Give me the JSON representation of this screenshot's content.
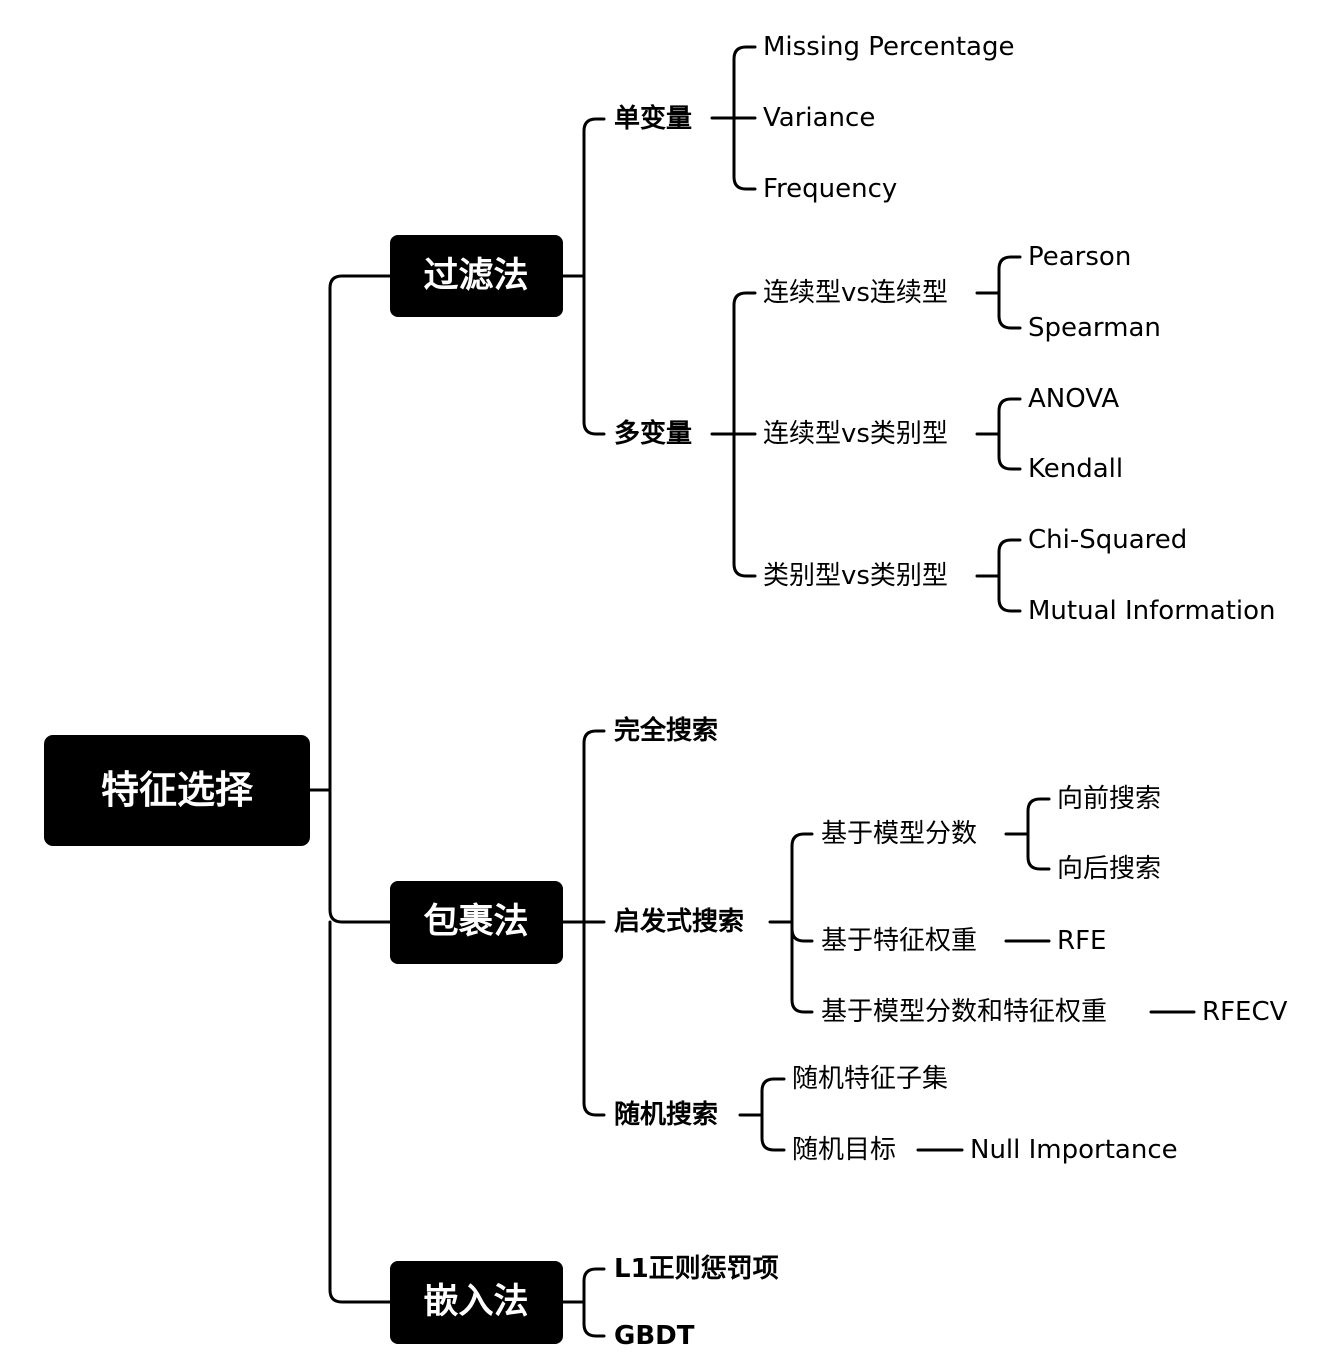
{
  "root": "特征选择",
  "filter": {
    "label": "过滤法",
    "univariate": {
      "label": "单变量",
      "items": [
        "Missing Percentage",
        "Variance",
        "Frequency"
      ]
    },
    "multivariate": {
      "label": "多变量",
      "groups": [
        {
          "label": "连续型vs连续型",
          "items": [
            "Pearson",
            "Spearman"
          ]
        },
        {
          "label": "连续型vs类别型",
          "items": [
            "ANOVA",
            "Kendall"
          ]
        },
        {
          "label": "类别型vs类别型",
          "items": [
            "Chi-Squared",
            "Mutual Information"
          ]
        }
      ]
    }
  },
  "wrapper": {
    "label": "包裹法",
    "exhaustive": {
      "label": "完全搜索"
    },
    "heuristic": {
      "label": "启发式搜索",
      "model_score": {
        "label": "基于模型分数",
        "items": [
          "向前搜索",
          "向后搜索"
        ]
      },
      "feature_weight": {
        "label": "基于特征权重",
        "item": "RFE"
      },
      "combined": {
        "label": "基于模型分数和特征权重",
        "item": "RFECV"
      }
    },
    "random": {
      "label": "随机搜索",
      "subset": {
        "label": "随机特征子集"
      },
      "target": {
        "label": "随机目标",
        "item": "Null Importance"
      }
    }
  },
  "embedded": {
    "label": "嵌入法",
    "items": [
      "L1正则惩罚项",
      "GBDT"
    ]
  }
}
